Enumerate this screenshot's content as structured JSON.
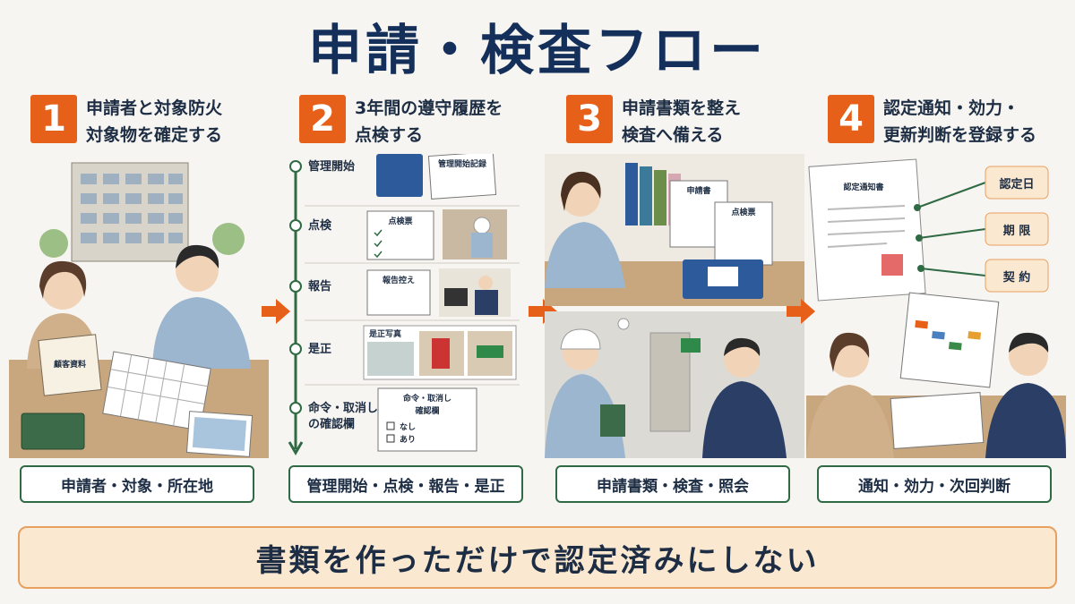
{
  "title": "申請・検査フロー",
  "steps": [
    {
      "num": "1",
      "title_line1": "申請者と対象防火",
      "title_line2": "対象物を確定する",
      "label": "申請者・対象・所在地",
      "doc": "顧客資料"
    },
    {
      "num": "2",
      "title_line1": "3年間の遵守履歴を",
      "title_line2": "点検する",
      "label": "管理開始・点検・報告・是正",
      "timeline": [
        {
          "label": "管理開始",
          "doc": "管理開始記録"
        },
        {
          "label": "点検",
          "doc": "点検票"
        },
        {
          "label": "報告",
          "doc": "報告控え"
        },
        {
          "label": "是正",
          "doc": "是正写真"
        },
        {
          "label_line1": "命令・取消し",
          "label_line2": "の確認欄",
          "doc_line1": "命令・取消し",
          "doc_line2": "確認欄",
          "opt1": "なし",
          "opt2": "あり"
        }
      ]
    },
    {
      "num": "3",
      "title_line1": "申請書類を整え",
      "title_line2": "検査へ備える",
      "label": "申請書類・検査・照会",
      "doc1": "申請書",
      "doc2": "点検票"
    },
    {
      "num": "4",
      "title_line1": "認定通知・効力・",
      "title_line2": "更新判断を登録する",
      "label": "通知・効力・次回判断",
      "doc": "認定通知書",
      "tags": [
        "認定日",
        "期 限",
        "契 約"
      ]
    }
  ],
  "banner": "書類を作っただけで認定済みにしない",
  "colors": {
    "accent": "#e7601a",
    "navy": "#14305a",
    "green": "#2f6a44"
  }
}
